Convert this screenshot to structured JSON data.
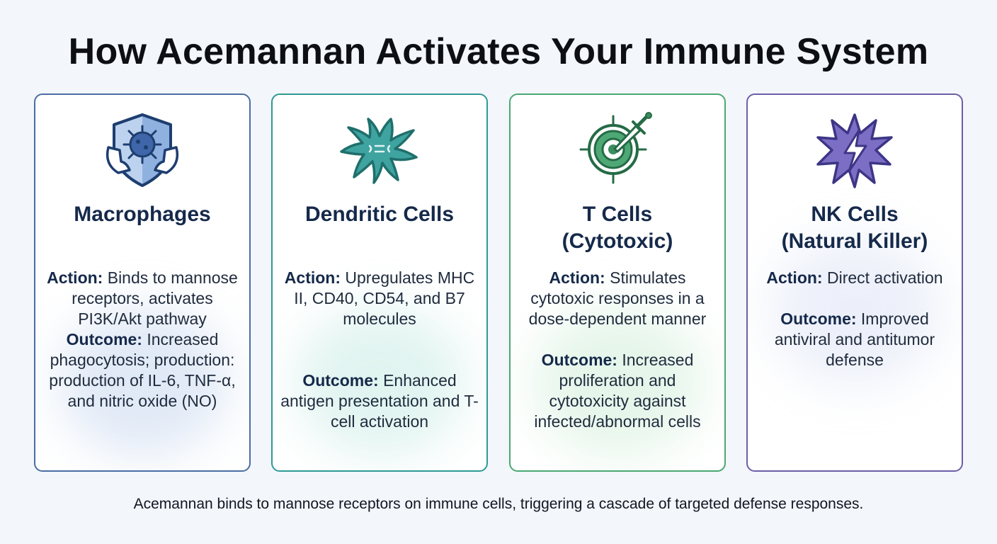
{
  "title": "How Acemannan Activates Your Immune System",
  "cards": [
    {
      "icon": "shield-virus-hands-icon",
      "border_color": "#4a6ea3",
      "title_lines": [
        "Macrophages"
      ],
      "action_label": "Action:",
      "action_text": "Binds to mannose receptors, activates PI3K/Akt pathway",
      "outcome_label": "Outcome:",
      "outcome_text": "Increased phagocytosis; production:  production of IL-6, TNF-α, and nitric oxide (NO)"
    },
    {
      "icon": "dendritic-cell-icon",
      "border_color": "#2e9a96",
      "title_lines": [
        "Dendritic Cells"
      ],
      "action_label": "Action:",
      "action_text": "Upregulates MHC II, CD40, CD54, and B7 molecules",
      "outcome_label": "Outcome:",
      "outcome_text": "Enhanced antigen presentation and T-cell activation"
    },
    {
      "icon": "target-dagger-icon",
      "border_color": "#4aa873",
      "title_lines": [
        "T Cells",
        "(Cytotoxic)"
      ],
      "action_label": "Action:",
      "action_text": "Stimulates cytotoxic responses in a dose-dependent manner",
      "outcome_label": "Outcome:",
      "outcome_text": "Increased proliferation and cytotoxicity against infected/abnormal cells"
    },
    {
      "icon": "burst-lightning-icon",
      "border_color": "#6e5ea8",
      "title_lines": [
        "NK Cells",
        "(Natural Killer)"
      ],
      "action_label": "Action:",
      "action_text": "Direct activation",
      "outcome_label": "Outcome:",
      "outcome_text": "Improved antiviral and antitumor defense"
    }
  ],
  "footer": "Acemannan binds to mannose receptors on immune cells, triggering a cascade of targeted defense responses."
}
